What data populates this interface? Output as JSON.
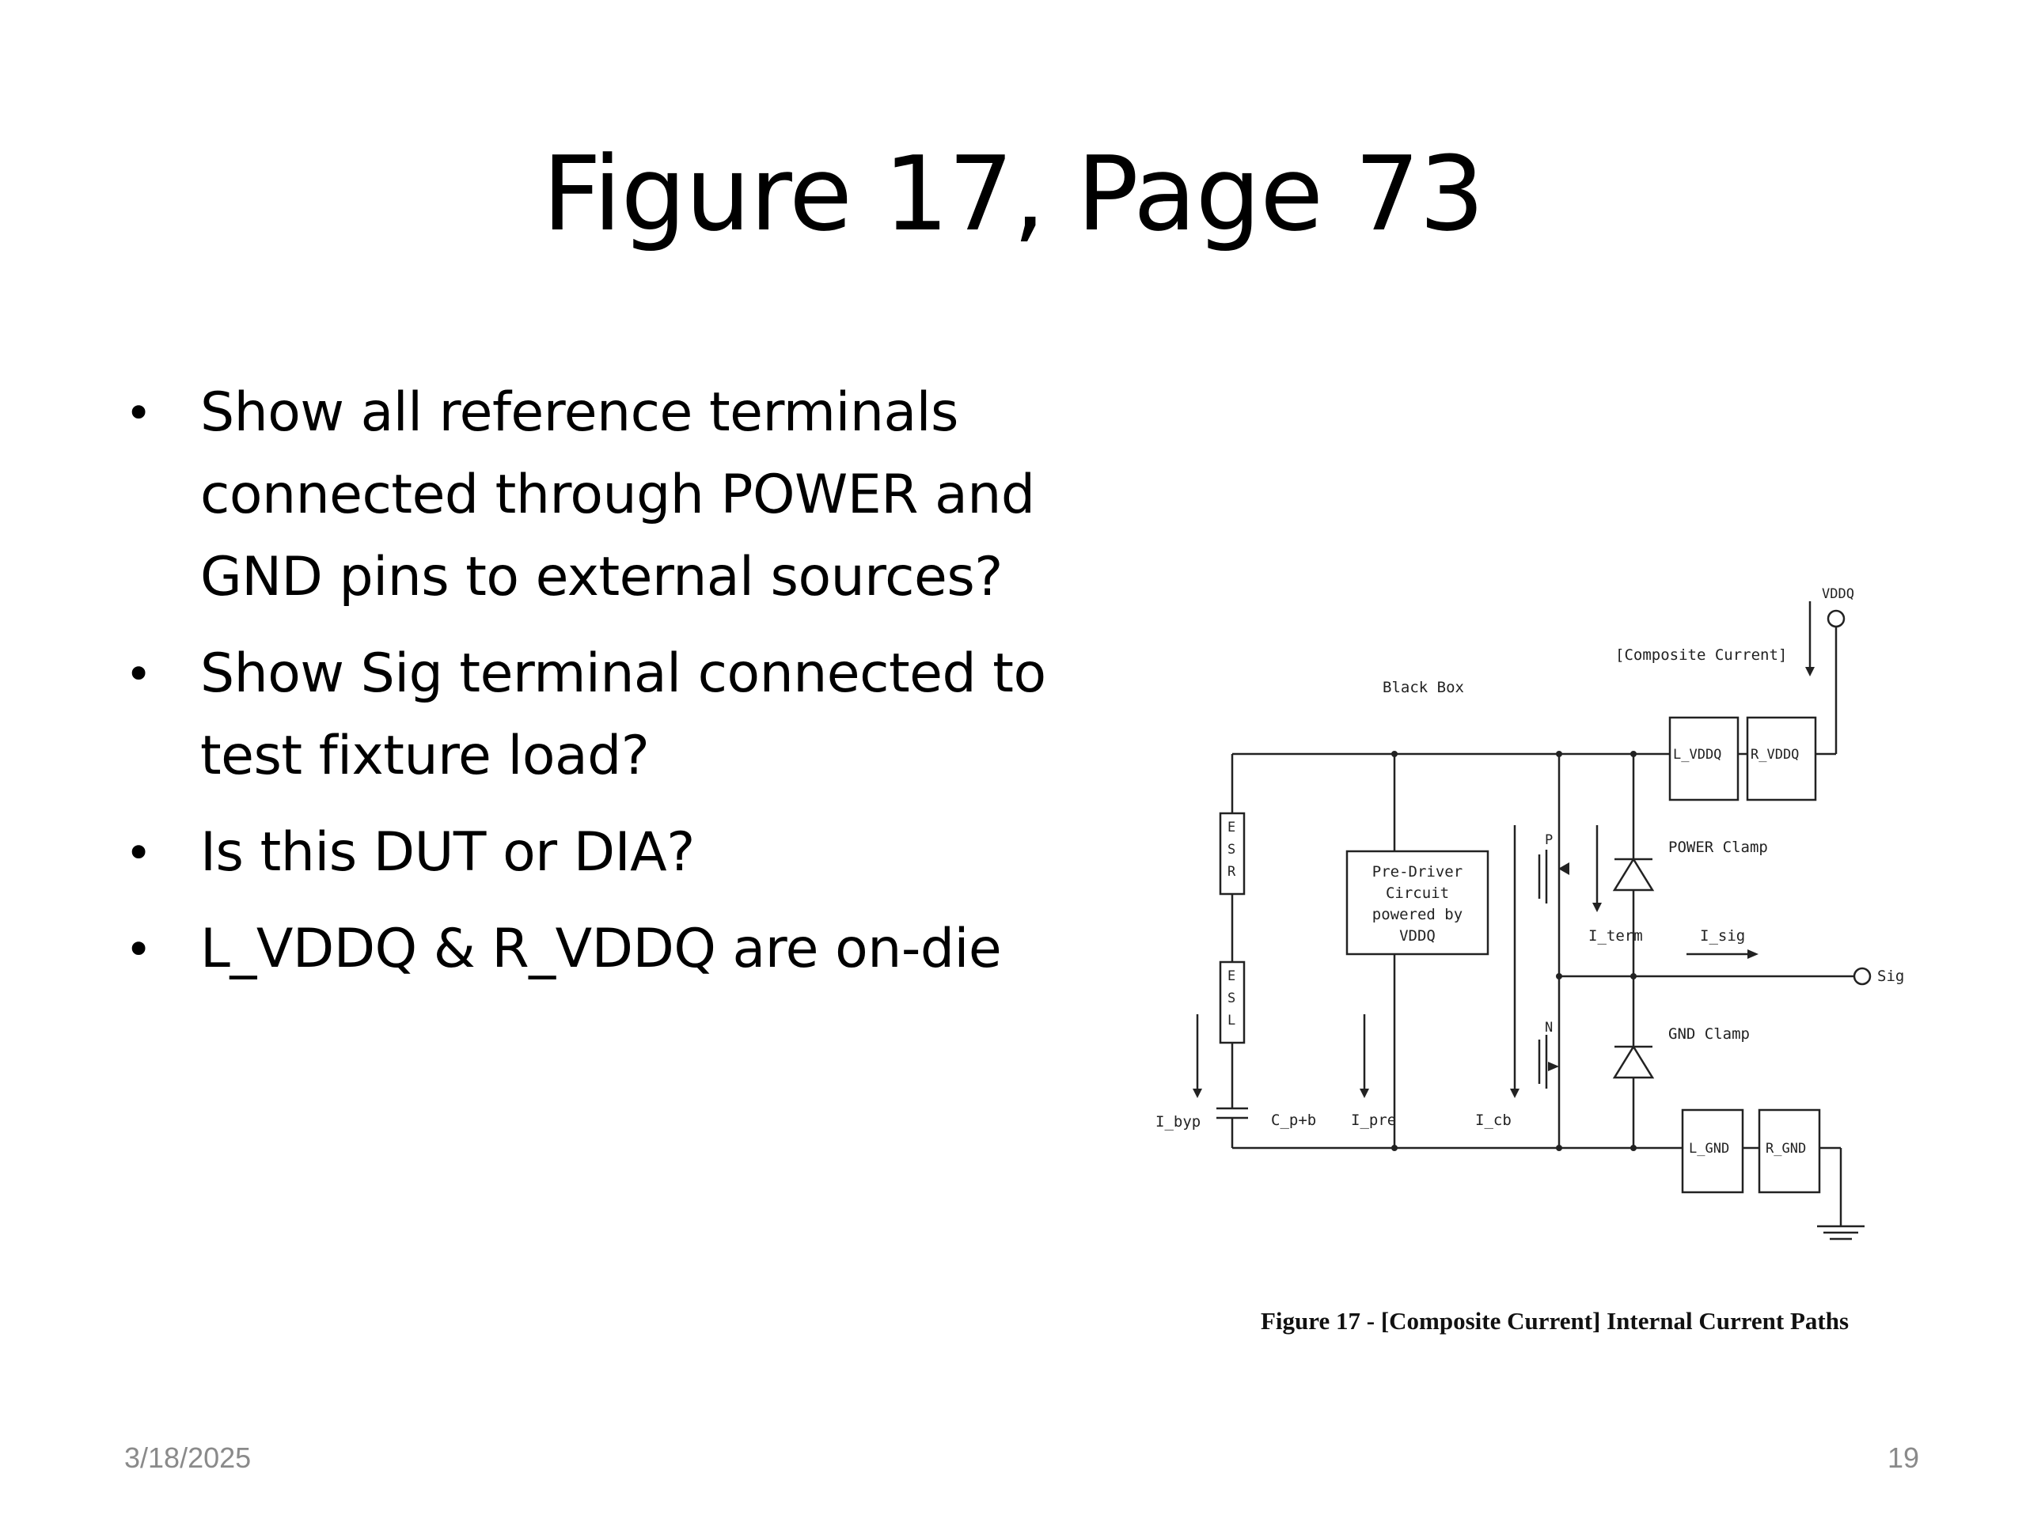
{
  "slide": {
    "title": "Figure 17, Page 73",
    "bullets": [
      "Show all reference terminals connected through POWER and GND pins to external sources?",
      "Show Sig terminal connected to test fixture load?",
      "Is this DUT or DIA?",
      "L_VDDQ & R_VDDQ are on-die"
    ],
    "footer_date": "3/18/2025",
    "footer_page": "19"
  },
  "figure": {
    "caption": "Figure 17 - [Composite Current] Internal Current Paths",
    "labels": {
      "black_box": "Black Box",
      "composite_current": "[Composite Current]",
      "vddq": "VDDQ",
      "l_vddq": "L_VDDQ",
      "r_vddq": "R_VDDQ",
      "esr": [
        "E",
        "S",
        "R"
      ],
      "esl": [
        "E",
        "S",
        "L"
      ],
      "pre_driver": [
        "Pre-Driver",
        "Circuit",
        "powered by",
        "VDDQ"
      ],
      "p": "P",
      "n": "N",
      "power_clamp": "POWER Clamp",
      "gnd_clamp": "GND Clamp",
      "i_term": "I_term",
      "i_sig": "I_sig",
      "sig": "Sig",
      "i_byp": "I_byp",
      "c_pb": "C_p+b",
      "i_pre": "I_pre",
      "i_cb": "I_cb",
      "l_gnd": "L_GND",
      "r_gnd": "R_GND"
    }
  }
}
